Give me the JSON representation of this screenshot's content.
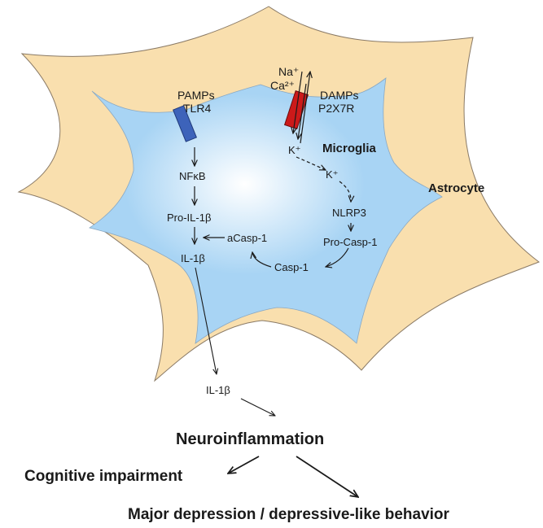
{
  "labels": {
    "pamps": "PAMPs",
    "tlr4": "TLR4",
    "na": "Na⁺",
    "ca": "Ca²⁺",
    "damps": "DAMPs",
    "p2x7r": "P2X7R",
    "microglia": "Microglia",
    "astrocyte": "Astrocyte",
    "k_in": "K⁺",
    "k_out": "K⁺",
    "nfkb": "NFκB",
    "pro_il1b": "Pro-IL-1β",
    "acasp1": "aCasp-1",
    "il1b_in": "IL-1β",
    "nlrp3": "NLRP3",
    "pro_casp1": "Pro-Casp-1",
    "casp1": "Casp-1",
    "il1b_out": "IL-1β",
    "neuroinflammation": "Neuroinflammation",
    "cognitive": "Cognitive impairment",
    "depression": "Major depression / depressive-like behavior"
  },
  "colors": {
    "astrocyte_fill": "#f9dfae",
    "astrocyte_stroke": "#8a7a66",
    "microglia_fill": "#a8d4f4",
    "microglia_center": "#ffffff",
    "tlr4_fill": "#3d63ba",
    "p2x7r_fill": "#cc1a1a",
    "text": "#1a1a1a"
  }
}
